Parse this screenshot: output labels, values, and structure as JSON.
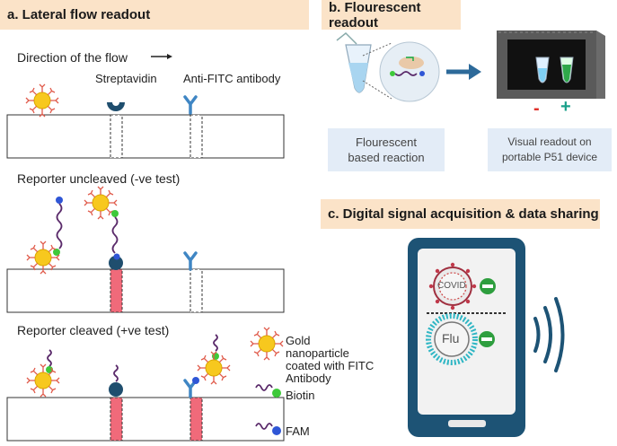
{
  "panel_a": {
    "header": "a. Lateral flow readout",
    "flow_direction": "Direction of the flow",
    "streptavidin": "Streptavidin",
    "anti_fitc": "Anti-FITC antibody",
    "uncleaved": "Reporter uncleaved (-ve test)",
    "cleaved": "Reporter cleaved (+ve test)"
  },
  "legend": {
    "gold_line1": "Gold",
    "gold_line2": "nanoparticle",
    "gold_line3": "coated with FITC",
    "gold_line4": "Antibody",
    "biotin": "Biotin",
    "fam": "FAM"
  },
  "panel_b": {
    "header": "b. Flourescent readout",
    "reaction_line1": "Flourescent",
    "reaction_line2": "based reaction",
    "device_line1": "Visual readout on",
    "device_line2": "portable P51 device",
    "minus": "-",
    "plus": "+"
  },
  "panel_c": {
    "header": "c. Digital signal acquisition & data sharing",
    "covid": "COVID",
    "flu": "Flu"
  },
  "colors": {
    "header_bg": "#fbe3c8",
    "gold": "#f7c81e",
    "streptavidin": "#1f4e6e",
    "antibody": "#3f86c4",
    "test_line": "#f06a7a",
    "biotin": "#3ec93a",
    "fam": "#2f56d6",
    "phone": "#1d5375",
    "negative": "#2e9e3e"
  }
}
